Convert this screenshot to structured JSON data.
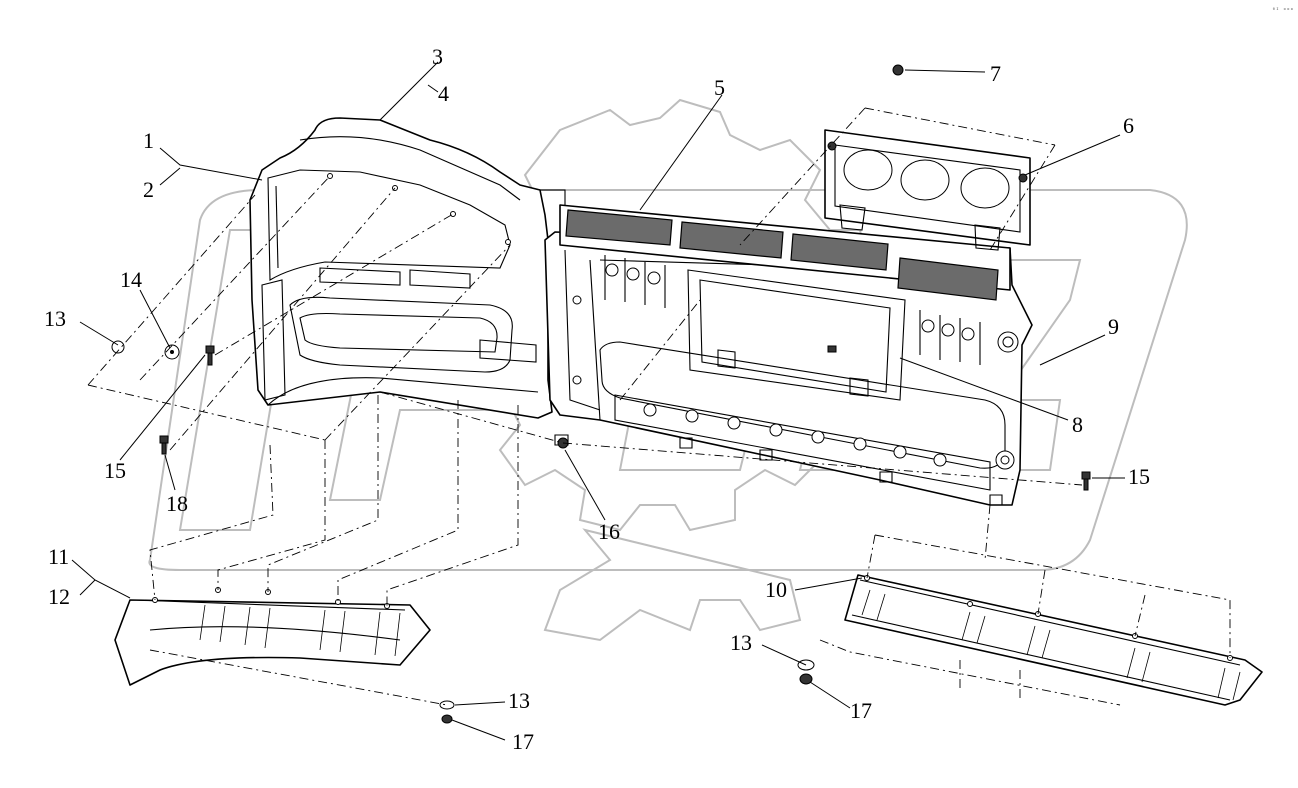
{
  "diagram": {
    "corner_mark": "⁰ᴵ ᵒᵒᵒ",
    "callouts": [
      {
        "id": "c1",
        "text": "1"
      },
      {
        "id": "c2",
        "text": "2"
      },
      {
        "id": "c3",
        "text": "3"
      },
      {
        "id": "c4",
        "text": "4"
      },
      {
        "id": "c5",
        "text": "5"
      },
      {
        "id": "c6",
        "text": "6"
      },
      {
        "id": "c7",
        "text": "7"
      },
      {
        "id": "c8",
        "text": "8"
      },
      {
        "id": "c9",
        "text": "9"
      },
      {
        "id": "c10",
        "text": "10"
      },
      {
        "id": "c11",
        "text": "11"
      },
      {
        "id": "c12",
        "text": "12"
      },
      {
        "id": "c13a",
        "text": "13"
      },
      {
        "id": "c13b",
        "text": "13"
      },
      {
        "id": "c13c",
        "text": "13"
      },
      {
        "id": "c14",
        "text": "14"
      },
      {
        "id": "c15a",
        "text": "15"
      },
      {
        "id": "c15b",
        "text": "15"
      },
      {
        "id": "c16",
        "text": "16"
      },
      {
        "id": "c17a",
        "text": "17"
      },
      {
        "id": "c17b",
        "text": "17"
      },
      {
        "id": "c18",
        "text": "18"
      }
    ]
  }
}
